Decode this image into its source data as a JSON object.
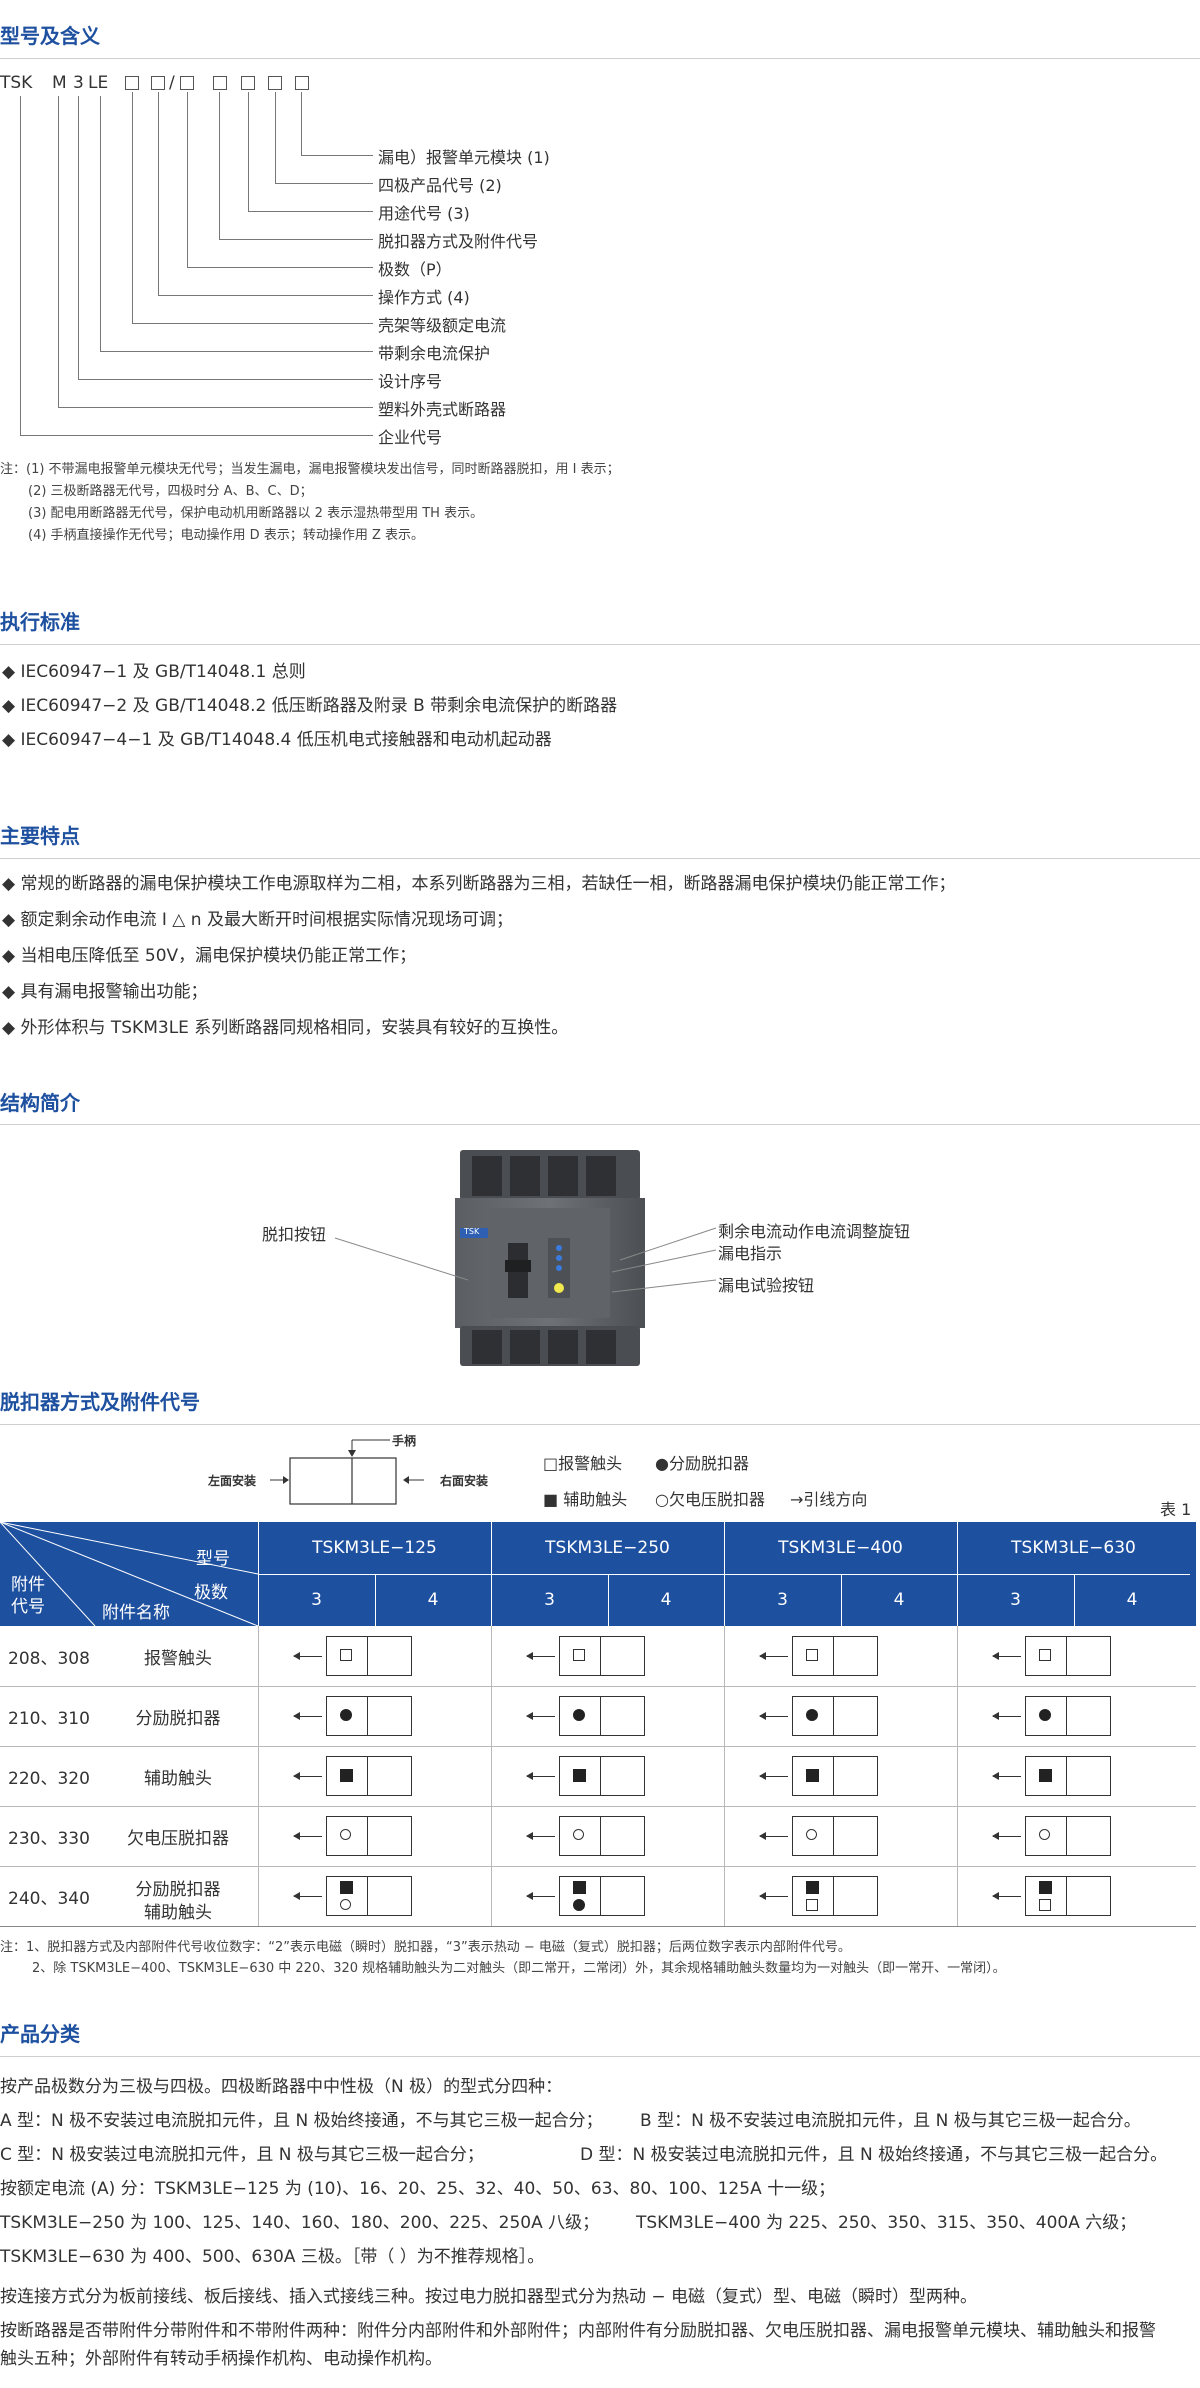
{
  "sections": {
    "model": "型号及含义",
    "standards": "执行标准",
    "features": "主要特点",
    "structure": "结构简介",
    "release": "脱扣器方式及附件代号",
    "classification": "产品分类"
  },
  "model_code": {
    "prefix": [
      "TSK",
      "M",
      "3",
      "LE"
    ],
    "slash": "/",
    "labels": [
      "漏电）报警单元模块 (1)",
      "四极产品代号 (2)",
      "用途代号 (3)",
      "脱扣器方式及附件代号",
      "极数（P）",
      "操作方式 (4)",
      "壳架等级额定电流",
      "带剩余电流保护",
      "设计序号",
      "塑料外壳式断路器",
      "企业代号"
    ],
    "notes": [
      "注：(1) 不带漏电报警单元模块无代号；当发生漏电，漏电报警模块发出信号，同时断路器脱扣，用 I 表示；",
      "(2) 三极断路器无代号，四极时分 A、B、C、D；",
      "(3) 配电用断路器无代号，保护电动机用断路器以 2 表示湿热带型用 TH 表示。",
      "(4) 手柄直接操作无代号；电动操作用 D 表示；转动操作用 Z 表示。"
    ]
  },
  "standards": [
    "◆ IEC60947−1 及 GB/T14048.1 总则",
    "◆ IEC60947−2 及 GB/T14048.2 低压断路器及附录 B 带剩余电流保护的断路器",
    "◆ IEC60947−4−1 及 GB/T14048.4 低压机电式接触器和电动机起动器"
  ],
  "features": [
    "◆ 常规的断路器的漏电保护模块工作电源取样为二相，本系列断路器为三相，若缺任一相，断路器漏电保护模块仍能正常工作；",
    "◆ 额定剩余动作电流 I △ n 及最大断开时间根据实际情况现场可调；",
    "◆ 当相电压降低至 50V，漏电保护模块仍能正常工作；",
    "◆ 具有漏电报警输出功能；",
    "◆ 外形体积与 TSKM3LE 系列断路器同规格相同，安装具有较好的互换性。"
  ],
  "structure": {
    "left_label": "脱扣按钮",
    "right_labels": [
      "剩余电流动作电流调整旋钮",
      "漏电指示",
      "漏电试验按钮"
    ],
    "device_brand": "TSK"
  },
  "legend": {
    "handle": "手柄",
    "left_mount": "左面安装",
    "right_mount": "右面安装",
    "items": [
      "□报警触头",
      "●分励脱扣器",
      "■ 辅助触头",
      "○欠电压脱扣器",
      "→引线方向"
    ],
    "table_no": "表 1"
  },
  "table": {
    "h_model": "型号",
    "h_poles": "极数",
    "h_code": "附件代号",
    "h_name": "附件名称",
    "models": [
      "TSKM3LE−125",
      "TSKM3LE−250",
      "TSKM3LE−400",
      "TSKM3LE−630"
    ],
    "poles": [
      "3",
      "4",
      "3",
      "4",
      "3",
      "4",
      "3",
      "4"
    ],
    "rows": [
      {
        "code": "208、308",
        "name": "报警触头",
        "name2": "",
        "syms": [
          "sq-open"
        ]
      },
      {
        "code": "210、310",
        "name": "分励脱扣器",
        "name2": "",
        "syms": [
          "dot"
        ]
      },
      {
        "code": "220、320",
        "name": "辅助触头",
        "name2": "",
        "syms": [
          "sq-fill"
        ]
      },
      {
        "code": "230、330",
        "name": "欠电压脱扣器",
        "name2": "",
        "syms": [
          "circle"
        ]
      },
      {
        "code": "240、340",
        "name": "分励脱扣器",
        "name2": "辅助触头",
        "syms": [
          "sq-fill",
          "circle"
        ]
      }
    ],
    "last_row_variants": [
      [
        "sq-fill",
        "circle"
      ],
      [
        "sq-fill",
        "dot"
      ],
      [
        "sq-fill",
        "sq-open"
      ],
      [
        "sq-fill",
        "sq-open"
      ]
    ],
    "notes": [
      "注：1、脱扣器方式及内部附件代号收位数字：“2”表示电磁（瞬时）脱扣器，“3”表示热动 − 电磁（复式）脱扣器；后两位数字表示内部附件代号。",
      "2、除 TSKM3LE−400、TSKM3LE−630 中 220、320 规格辅助触头为二对触头（即二常开，二常闭）外，其余规格辅助触头数量均为一对触头（即一常开、一常闭）。"
    ]
  },
  "classification": [
    "按产品极数分为三极与四极。四极断路器中中性极（N 极）的型式分四种：",
    "A 型：N 极不安装过电流脱扣元件，且 N 极始终接通，不与其它三极一起合分；",
    "B 型：N 极不安装过电流脱扣元件，且 N 极与其它三极一起合分。",
    "C 型：N 极安装过电流脱扣元件，且 N 极与其它三极一起合分；",
    "D 型：N 极安装过电流脱扣元件，且 N 极始终接通，不与其它三极一起合分。",
    "按额定电流 (A) 分：TSKM3LE−125 为 (10)、16、20、25、32、40、50、63、80、100、125A 十一级；",
    "TSKM3LE−250 为 100、125、140、160、180、200、225、250A 八级；",
    "TSKM3LE−400 为 225、250、350、315、350、400A 六级；",
    "TSKM3LE−630 为 400、500、630A 三极。［带（ ）为不推荐规格］。",
    "按连接方式分为板前接线、板后接线、插入式接线三种。按过电力脱扣器型式分为热动 − 电磁（复式）型、电磁（瞬时）型两种。",
    "按断路器是否带附件分带附件和不带附件两种：附件分内部附件和外部附件；内部附件有分励脱扣器、欠电压脱扣器、漏电报警单元模块、辅助触头和报警",
    "触头五种；外部附件有转动手柄操作机构、电动操作机构。"
  ],
  "colors": {
    "accent": "#1e50a0",
    "line": "#cfcfcf"
  }
}
